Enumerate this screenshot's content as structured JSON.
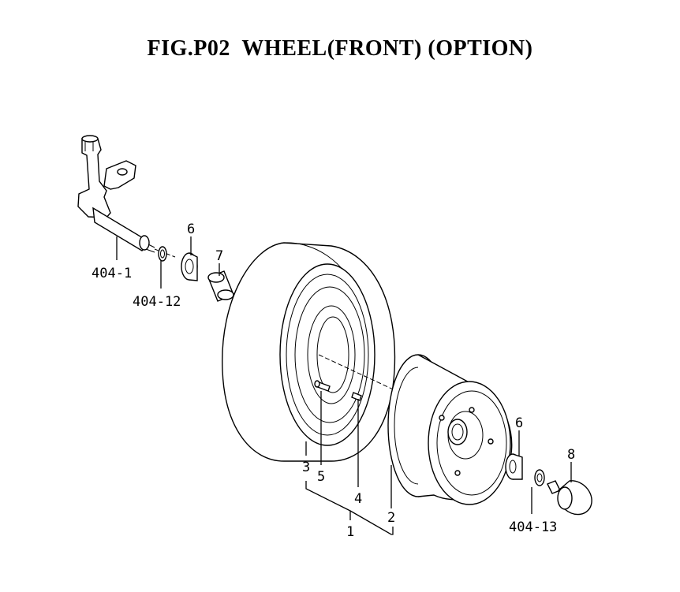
{
  "title": "FIG.P02  WHEEL(FRONT) (OPTION)",
  "callouts": {
    "c404_1": "404-1",
    "c404_12": "404-12",
    "c6_top": "6",
    "c7": "7",
    "c3": "3",
    "c5": "5",
    "c4": "4",
    "c2": "2",
    "c1": "1",
    "c6_right": "6",
    "c8": "8",
    "c404_13": "404-13"
  }
}
